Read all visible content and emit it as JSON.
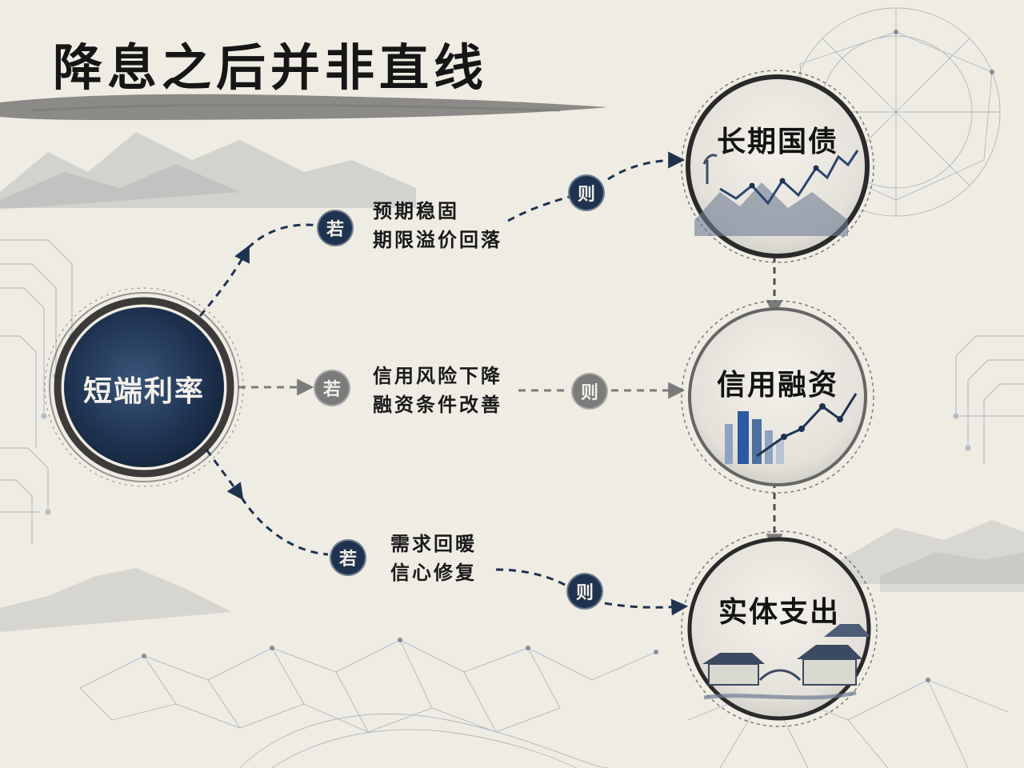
{
  "title": "降息之后并非直线",
  "nodes": {
    "short_rate": "短端利率",
    "long_bond": "长期国债",
    "credit": "信用融资",
    "real_spending": "实体支出"
  },
  "branches": [
    {
      "if_label": "若",
      "then_label": "则",
      "line1": "预期稳固",
      "line2": "期限溢价回落",
      "target": "长期国债"
    },
    {
      "if_label": "若",
      "then_label": "则",
      "line1": "信用风险下降",
      "line2": "融资条件改善",
      "target": "信用融资"
    },
    {
      "if_label": "若",
      "then_label": "则",
      "line1": "需求回暖",
      "line2": "信心修复",
      "target": "实体支出"
    }
  ],
  "colors": {
    "navy": "#1f3350",
    "ink": "#161616",
    "paper": "#efece3",
    "gray_arrow": "#7b7b7b",
    "chart_blue": "#2c5aa0"
  },
  "icons": [
    "brush-stroke",
    "ink-mountains",
    "circuit-lines",
    "network-mesh",
    "zigzag-chart",
    "city-bar-chart",
    "village-scene"
  ]
}
